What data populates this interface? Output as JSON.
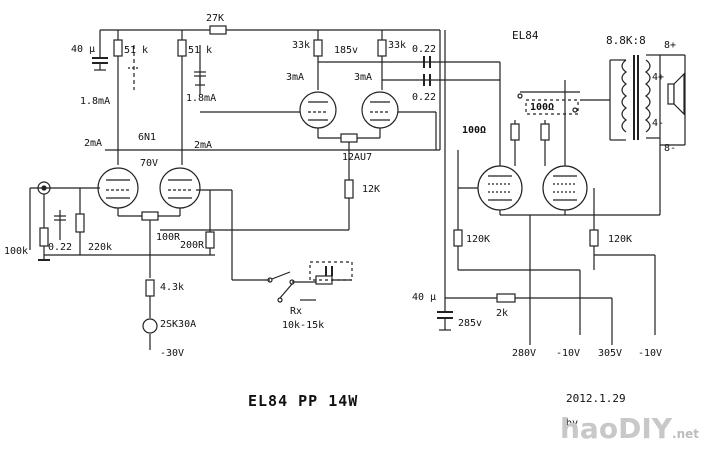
{
  "title": "EL84 PP 14W",
  "date": "2012.1.29",
  "author": "by",
  "watermark": {
    "brand": "hao",
    "suffix": "DIY",
    "domain": ".net"
  },
  "labels": {
    "r_27k": "27K",
    "tube_el84": "EL84",
    "transformer": "8.8K:8",
    "tap_8p": "8+",
    "tap_4p": "4+",
    "tap_4m": "4-",
    "tap_8m": "8-",
    "cap_40u_top": "40 µ",
    "r_51k_1": "51 k",
    "r_51k_2": "51 k",
    "cur_18ma_1": "1.8mA",
    "cur_18ma_2": "1.8mA",
    "r_33k_1": "33k",
    "v_185": "185v",
    "r_33k_2": "33k",
    "c_022_1": "0.22",
    "c_022_2": "0.22",
    "cur_3ma_1": "3mA",
    "cur_3ma_2": "3mA",
    "r_100_1": "100Ω",
    "r_100_2": "100Ω",
    "cur_2ma_1": "2mA",
    "cur_2ma_2": "2mA",
    "tube_6n1": "6N1",
    "v_70": "70V",
    "tube_12au7": "12AU7",
    "r_12k": "12K",
    "r_100k": "100k",
    "c_022_in": "0.22",
    "r_220k": "220k",
    "r_100r": "100R",
    "r_200r": "200R",
    "r_120k_1": "120K",
    "r_120k_2": "120K",
    "r_43k": "4.3k",
    "q_2sk30a": "2SK30A",
    "v_m30": "-30V",
    "rx": "Rx",
    "rx_range": "10k-15k",
    "cap_40u_bot": "40 µ",
    "v_285": "285v",
    "r_2k": "2k",
    "v_280": "280V",
    "v_m10_1": "-10V",
    "v_305": "305V",
    "v_m10_2": "-10V"
  }
}
